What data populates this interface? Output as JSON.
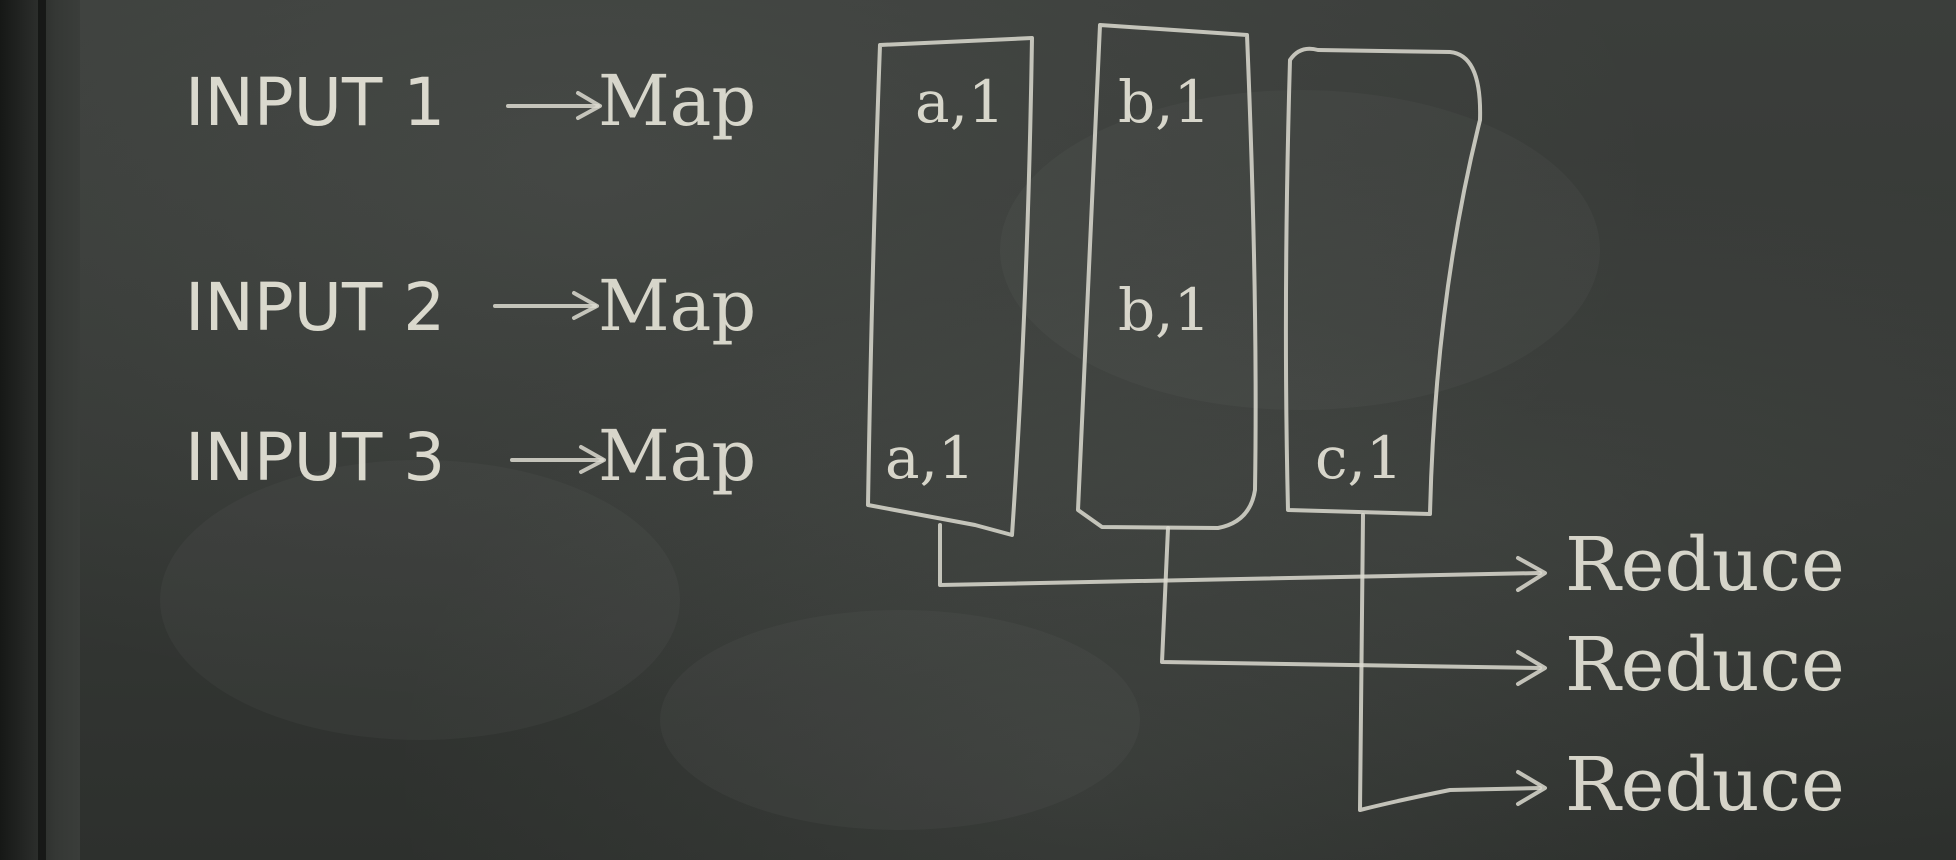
{
  "board": {
    "inputs": [
      {
        "label": "INPUT 1",
        "stage": "Map"
      },
      {
        "label": "INPUT 2",
        "stage": "Map"
      },
      {
        "label": "INPUT 3",
        "stage": "Map"
      }
    ],
    "partitions": [
      {
        "pairs": [
          "a,1",
          "a,1"
        ]
      },
      {
        "pairs": [
          "b,1",
          "b,1"
        ]
      },
      {
        "pairs": [
          "c,1"
        ]
      }
    ],
    "reducers": [
      "Reduce",
      "Reduce",
      "Reduce"
    ]
  }
}
